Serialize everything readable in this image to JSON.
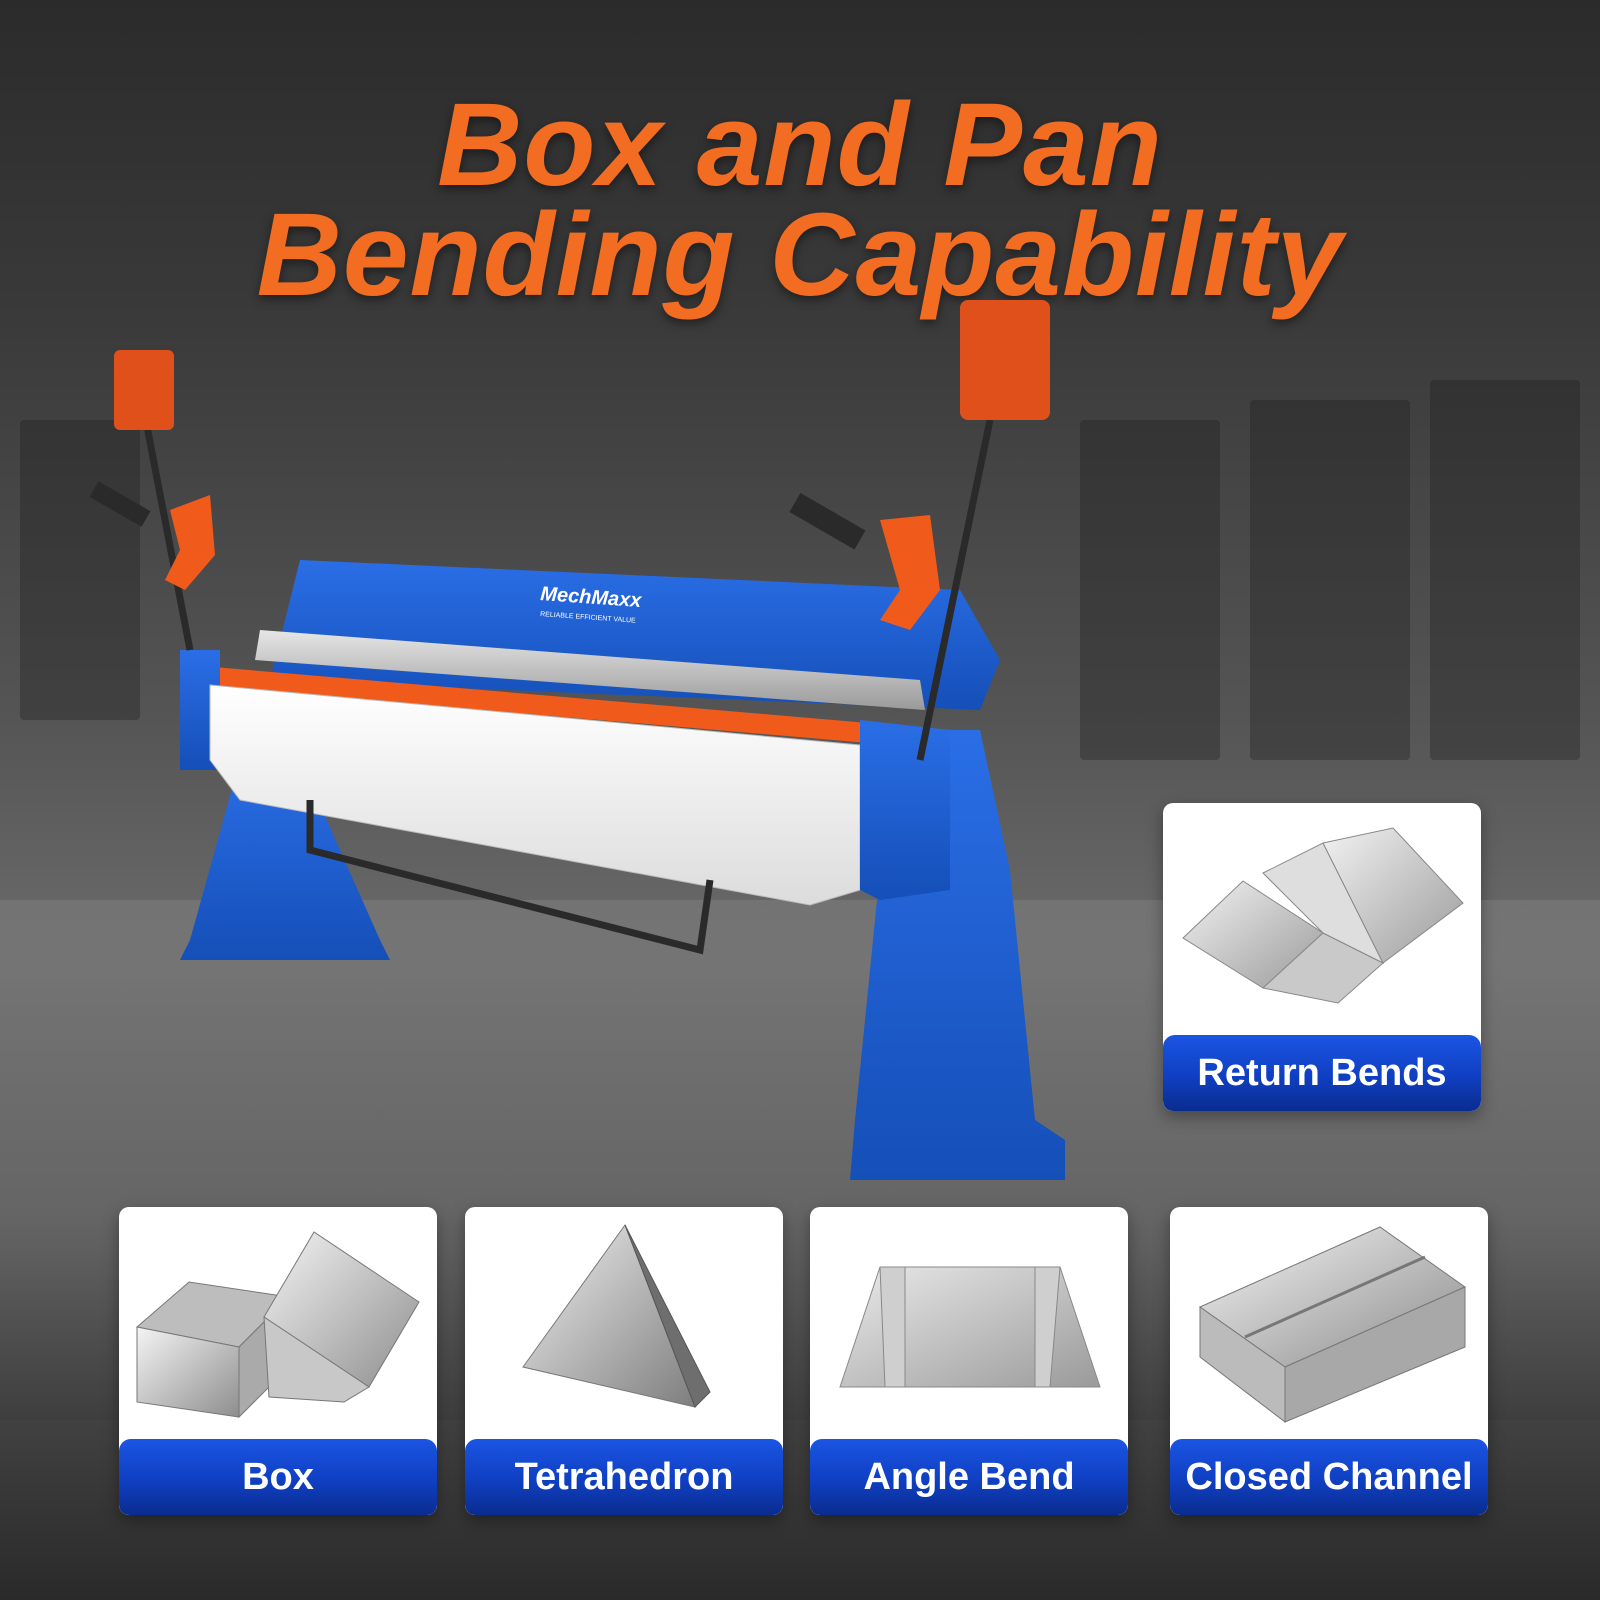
{
  "title": {
    "line1": "Box and Pan",
    "line2": "Bending Capability"
  },
  "product": {
    "brand": "MechMaxx",
    "tagline": "RELIABLE EFFICIENT VALUE"
  },
  "capabilities": [
    {
      "label": "Return Bends",
      "icon": "return-bends-icon"
    },
    {
      "label": "Box",
      "icon": "box-icon"
    },
    {
      "label": "Tetrahedron",
      "icon": "tetrahedron-icon"
    },
    {
      "label": "Angle Bend",
      "icon": "angle-bend-icon"
    },
    {
      "label": "Closed Channel",
      "icon": "closed-channel-icon"
    }
  ],
  "colors": {
    "title": "#f26d21",
    "machine_body": "#1e5fd6",
    "machine_accent": "#f05a1a",
    "label_bg": "#0f3fc2"
  }
}
